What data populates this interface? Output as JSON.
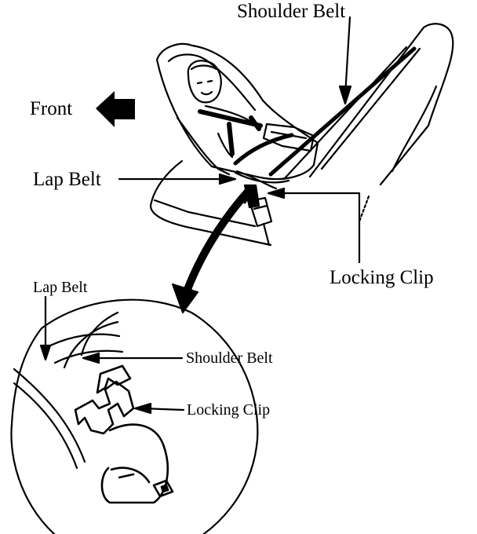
{
  "labels": {
    "shoulder_belt_top": "Shoulder Belt",
    "front": "Front",
    "lap_belt_main": "Lap Belt",
    "locking_clip_main": "Locking Clip",
    "lap_belt_detail": "Lap Belt",
    "shoulder_belt_detail": "Shoulder Belt",
    "locking_clip_detail": "Locking Clip"
  },
  "colors": {
    "ink": "#000000",
    "paper": "#ffffff"
  }
}
